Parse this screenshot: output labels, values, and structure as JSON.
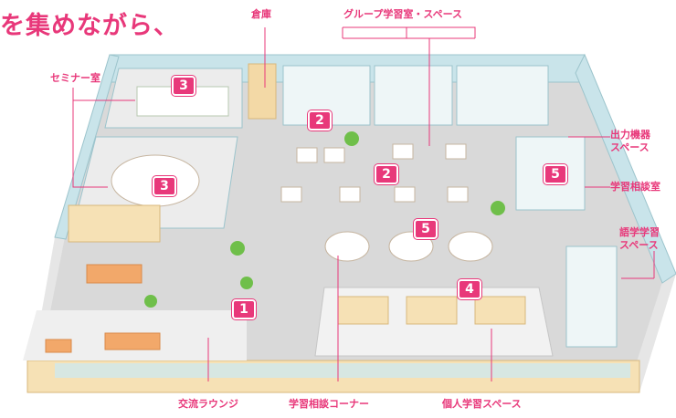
{
  "heading": "を集めながら、",
  "labels": {
    "storage": "倉庫",
    "group_room": "グループ学習室・スペース",
    "seminar": "セミナー室",
    "output_line1": "出力機器",
    "output_line2": "スペース",
    "consult_room": "学習相談室",
    "language_line1": "語学学習",
    "language_line2": "スペース",
    "lounge": "交流ラウンジ",
    "consult_corner": "学習相談コーナー",
    "personal": "個人学習スペース"
  },
  "badges": {
    "seminar_top": "3",
    "seminar_left": "3",
    "group_room": "2",
    "group_space": "2",
    "consult_room": "5",
    "consult_corner": "5",
    "personal": "4",
    "lounge": "1"
  },
  "colors": {
    "accent": "#e8387a",
    "glass": "#bfe0e6",
    "floor": "#dcdcdc",
    "wall_wood": "#f3d9a6"
  }
}
